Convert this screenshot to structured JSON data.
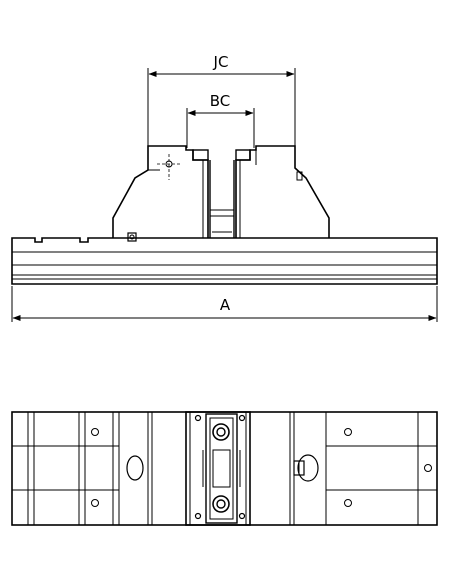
{
  "dimensions": {
    "jc": "JC",
    "bc": "BC",
    "a": "A"
  },
  "icons": [
    "arrow-head-icon",
    "screw-head-icon",
    "hole-icon",
    "crosshair-icon"
  ],
  "colors": {
    "line": "#000000",
    "background": "#ffffff"
  }
}
